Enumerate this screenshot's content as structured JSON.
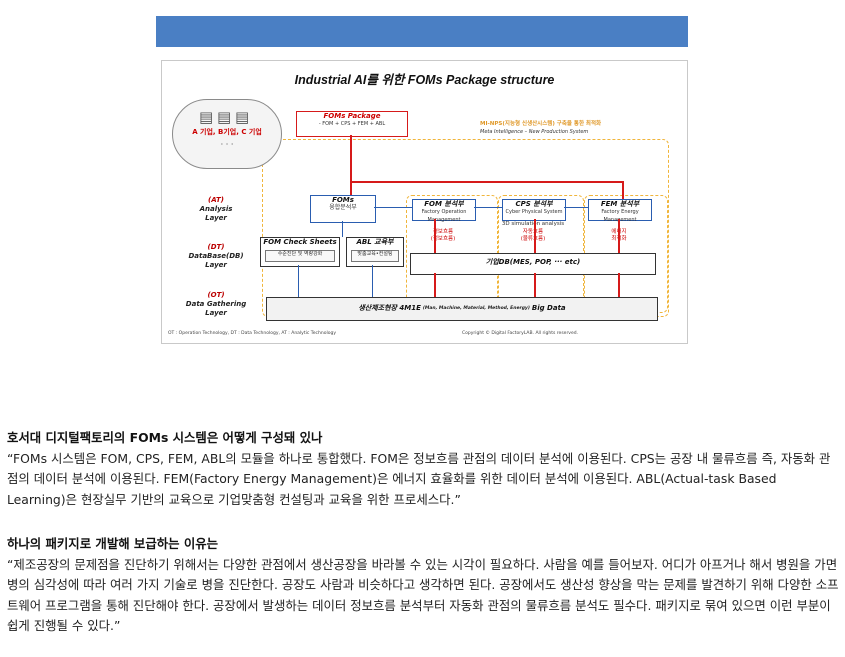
{
  "figure": {
    "title": "Industrial AI를 위한 FOMs Package structure",
    "cloud_label": "A 기업, B기업, C 기업",
    "cloud_dots": "· · ·",
    "foms_package": {
      "title": "FOMs Package",
      "subtitle": "- FOM + CPS + FEM + ABL"
    },
    "mi_nps": "MI-NPS(지능형 신생산시스템) 구축을 통한 최적화",
    "mi_nps_sub": "Meta Intelligence – New Production System",
    "layers": [
      {
        "tag": "(AT)",
        "name": "Analysis",
        "suffix": "Layer"
      },
      {
        "tag": "(DT)",
        "name": "DataBase(DB)",
        "suffix": "Layer"
      },
      {
        "tag": "(OT)",
        "name": "Data Gathering",
        "suffix": "Layer"
      }
    ],
    "foms_box": {
      "title": "FOMs",
      "sub": "융합분석부"
    },
    "fom_box": {
      "title": "FOM 분석부",
      "sub": "Factory Operation Management",
      "inner": "경보흐름\n(정보흐름)"
    },
    "cps_box": {
      "title": "CPS 분석부",
      "sub": "Cyber Physical System",
      "sub2": "3D simulation analysis",
      "inner": "자동흐름\n(물류흐름)"
    },
    "fem_box": {
      "title": "FEM 분석부",
      "sub": "Factory Energy Management",
      "inner": "에너지\n최적화"
    },
    "check_sheets": {
      "title": "FOM Check Sheets",
      "inner": "수준진단 및 역량강화"
    },
    "abl_box": {
      "title": "ABL 교육부",
      "inner": "맞춤교육•컨설팅"
    },
    "db_box": "기업DB(MES, POP, ··· etc)",
    "bigdata": {
      "main": "생산제조현장 4M1E",
      "detail": "(Man, Machine, Material, Method, Energy)",
      "suffix": "Big Data"
    },
    "footer_left": "OT : Operation Technology, DT : Data Technology, AT : Analytic Technology",
    "footer_right": "Copyright © Digital FactoryLAB. All rights reserved."
  },
  "article": {
    "q1": "호서대 디지털팩토리의 FOMs 시스템은 어떻게 구성돼 있나",
    "a1": "“FOMs 시스템은 FOM, CPS, FEM, ABL의 모듈을 하나로 통합했다. FOM은 정보흐름 관점의 데이터 분석에 이용된다. CPS는 공장 내 물류흐름 즉, 자동화 관점의 데이터 분석에 이용된다. FEM(Factory Energy Management)은 에너지 효율화를 위한 데이터 분석에 이용된다. ABL(Actual-task Based Learning)은 현장실무 기반의 교육으로 기업맞춤형 컨설팅과 교육을 위한 프로세스다.”",
    "q2": "하나의 패키지로 개발해 보급하는 이유는",
    "a2": "“제조공장의 문제점을 진단하기 위해서는 다양한 관점에서 생산공장을 바라볼 수 있는 시각이 필요하다. 사람을 예를 들어보자. 어디가 아프거나 해서 병원을 가면 병의 심각성에 따라 여러 가지 기술로 병을 진단한다. 공장도 사람과 비슷하다고 생각하면 된다. 공장에서도 생산성 향상을 막는 문제를 발견하기 위해 다양한 소프트웨어 프로그램을 통해 진단해야 한다. 공장에서 발생하는 데이터 정보흐름 분석부터 자동화 관점의 물류흐름 분석도 필수다. 패키지로 묶여 있으면 이런 부분이 쉽게 진행될 수 있다.”"
  }
}
